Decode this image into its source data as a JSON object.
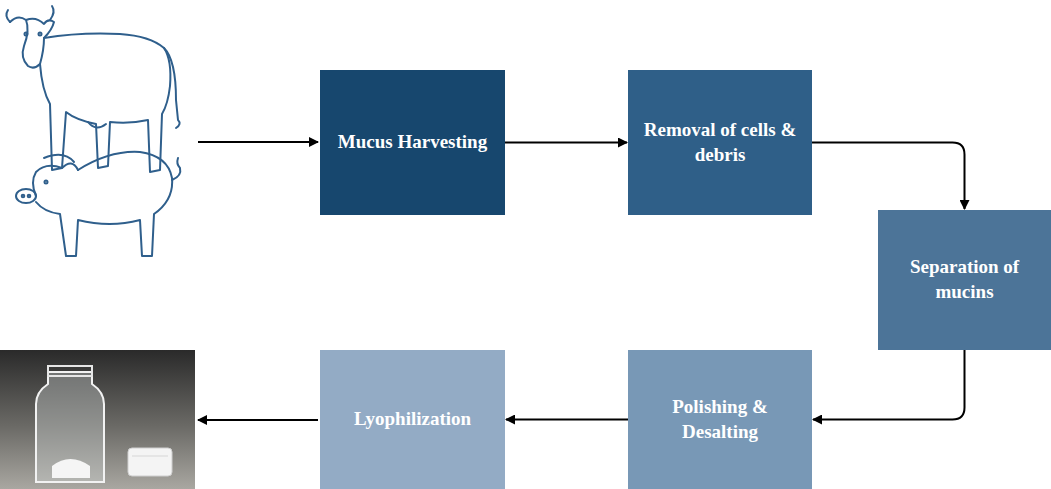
{
  "diagram": {
    "nodes": [
      {
        "text": [
          "Mucus Harvesting"
        ]
      },
      {
        "text": [
          "Removal of cells & debris"
        ]
      },
      {
        "text": [
          "Separation of mucins"
        ]
      },
      {
        "text": [
          "Polishing & Desalting"
        ]
      },
      {
        "text": [
          "Lyophilization"
        ]
      }
    ],
    "edges": [
      {
        "from": 0,
        "to": 1,
        "arrow": "to"
      },
      {
        "from": 1,
        "to": 2,
        "arrow": "to"
      },
      {
        "from": 2,
        "to": 3,
        "arrow": "to"
      },
      {
        "from": 3,
        "to": 4,
        "arrow": "to"
      }
    ]
  }
}
